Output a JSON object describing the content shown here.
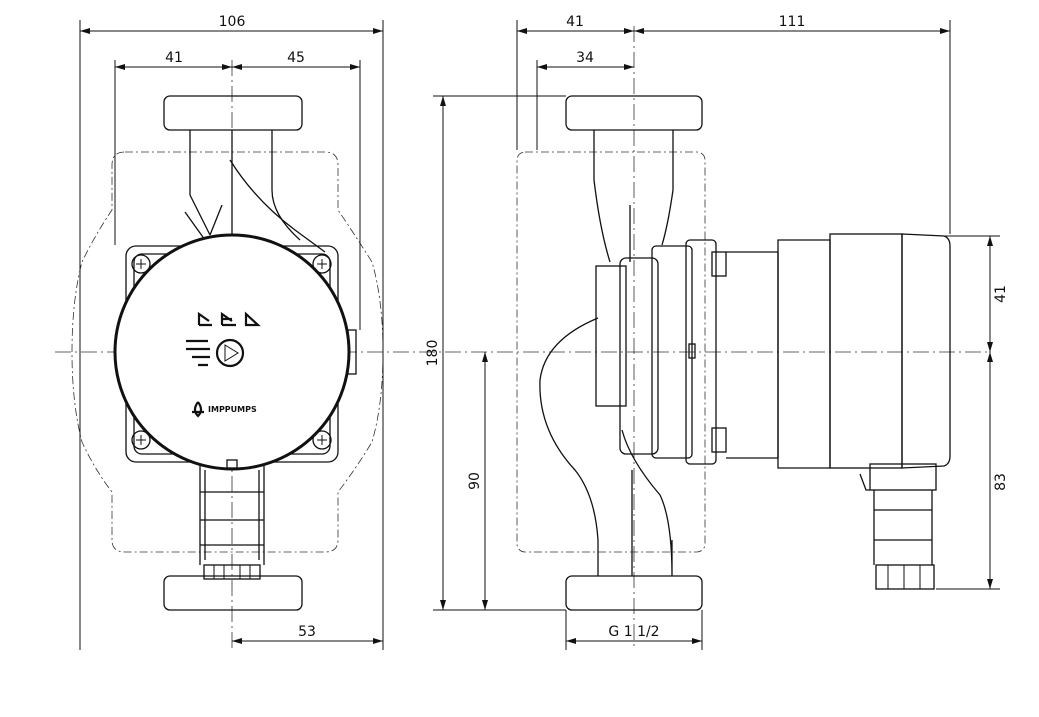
{
  "brand": "IMPPUMPS",
  "dimensions": {
    "front_total_width": "106",
    "front_left": "41",
    "front_right": "45",
    "front_bottom": "53",
    "side_left": "41",
    "side_inner": "34",
    "side_right": "111",
    "total_height": "180",
    "height_to_axis": "90",
    "motor_upper": "41",
    "motor_lower": "83",
    "thread": "G 1 1/2"
  }
}
